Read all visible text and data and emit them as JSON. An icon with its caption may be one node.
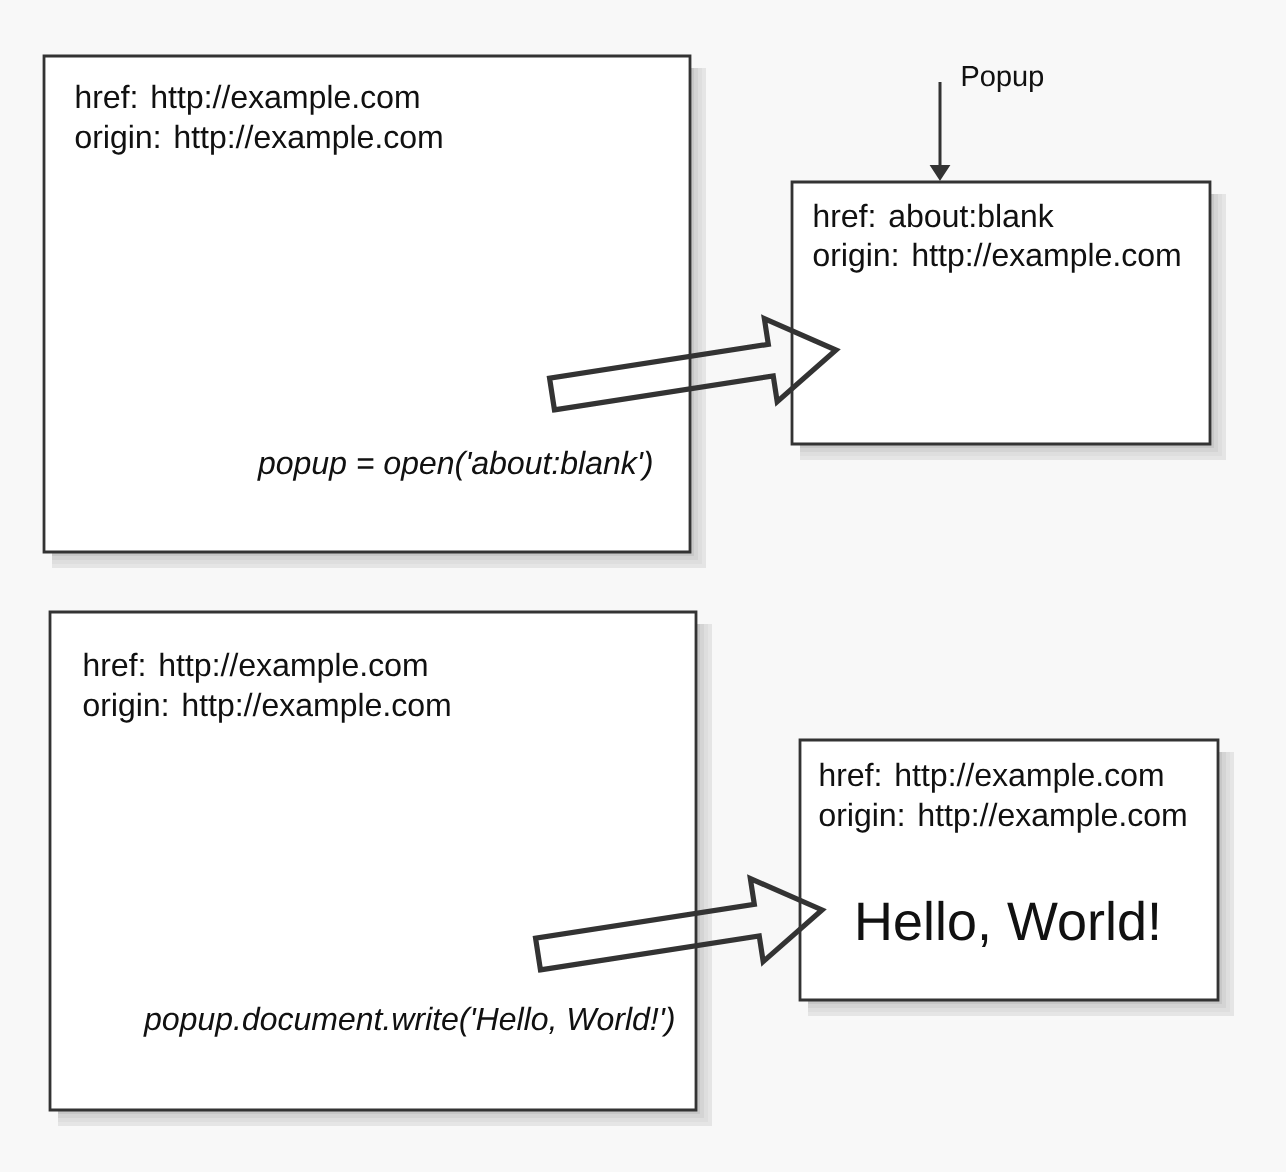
{
  "diagram": {
    "nodes": [
      {
        "text": [
          "href: http://example.com",
          "origin: http://example.com",
          "popup = open('about:blank')"
        ]
      },
      {
        "text": [
          "Popup"
        ]
      },
      {
        "text": [
          "href: about:blank",
          "origin: http://example.com"
        ]
      },
      {
        "text": [
          "href: http://example.com",
          "origin: http://example.com",
          "popup.document.write('Hello, World!')"
        ]
      },
      {
        "text": [
          "href: http://example.com",
          "origin: http://example.com",
          "Hello, World!"
        ]
      }
    ],
    "edges": [
      {
        "from": 0,
        "to": 2,
        "arrow": "to",
        "style": "thick"
      },
      {
        "from": 1,
        "to": 2,
        "arrow": "to"
      },
      {
        "from": 3,
        "to": 4,
        "arrow": "to",
        "style": "thick"
      }
    ]
  }
}
